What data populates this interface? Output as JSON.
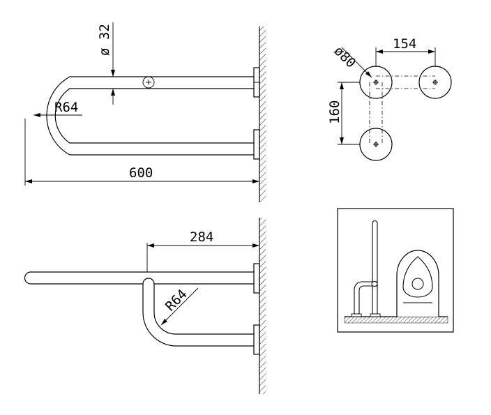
{
  "dimensions": {
    "side_tube_diameter": "ø 32",
    "side_bend_radius": "R64",
    "side_length": "600",
    "top_length": "284",
    "top_bend_radius": "R64",
    "plan_flange_diameter": "ø80",
    "plan_spacing_horizontal": "154",
    "plan_spacing_vertical": "160"
  }
}
